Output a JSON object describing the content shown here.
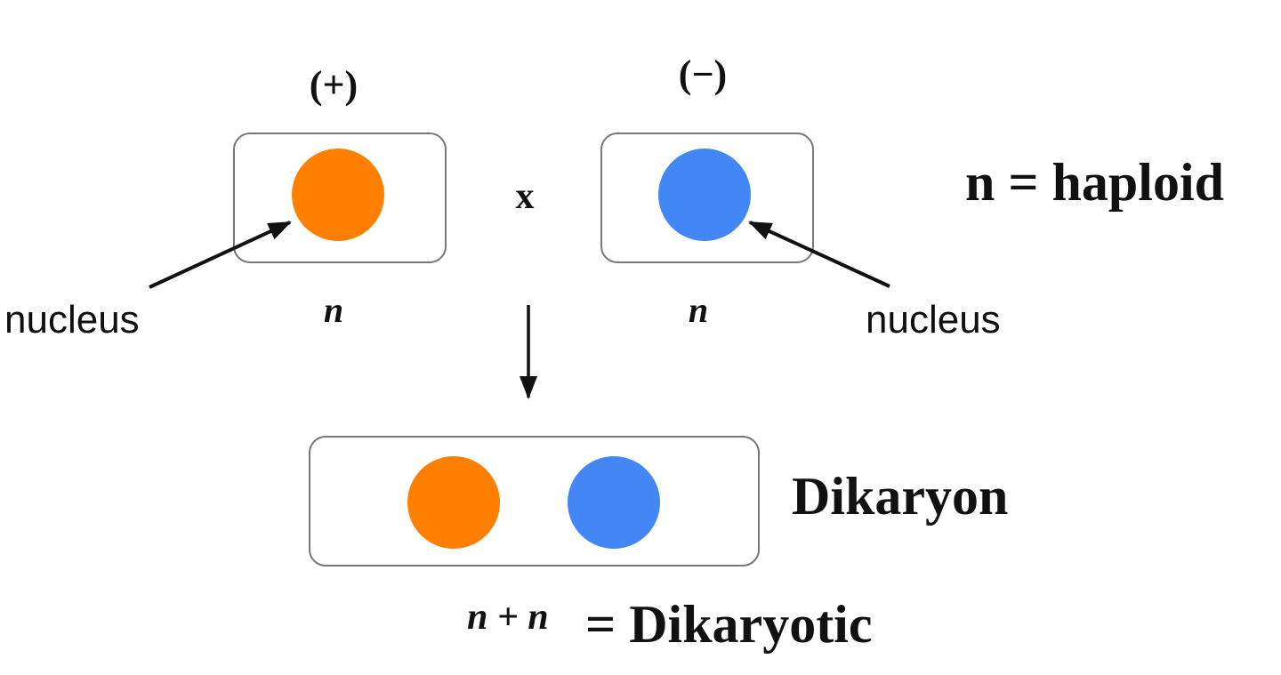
{
  "parents": {
    "plus": {
      "mating_type": "(+)",
      "ploidy": "n",
      "nucleus_color": "#FF7F00",
      "nucleus_label": "nucleus"
    },
    "minus": {
      "mating_type": "(−)",
      "ploidy": "n",
      "nucleus_color": "#4287F5",
      "nucleus_label": "nucleus"
    }
  },
  "cross_symbol": "x",
  "legend": {
    "haploid": "n = haploid"
  },
  "dikaryon": {
    "label": "Dikaryon",
    "formula_lhs": "n + n",
    "formula_rhs": "= Dikaryotic",
    "nucleus_colors": [
      "#FF7F00",
      "#4287F5"
    ]
  },
  "colors": {
    "box_stroke": "#777777",
    "arrow": "#111111",
    "text": "#111111"
  }
}
